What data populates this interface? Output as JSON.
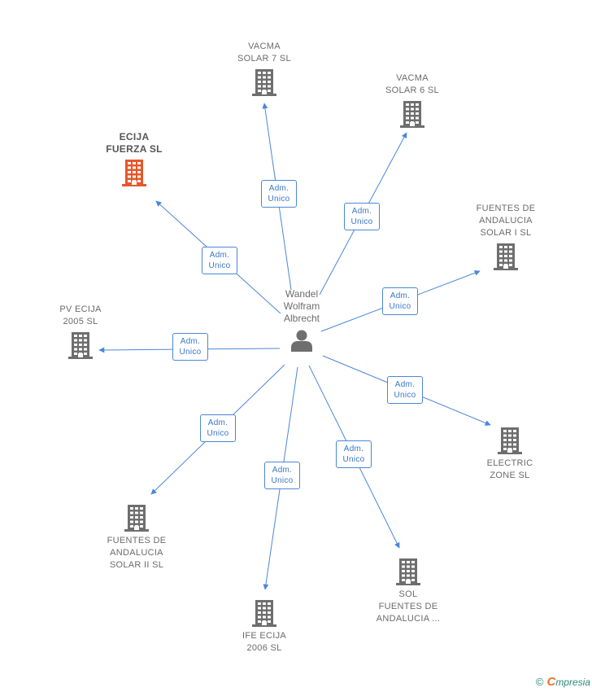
{
  "center": {
    "name_lines": [
      "Wandel",
      "Wolfram",
      "Albrecht"
    ],
    "icon": "person-icon"
  },
  "relationship": {
    "line1": "Adm.",
    "line2": "Unico"
  },
  "companies": [
    {
      "id": "vacma7",
      "lines": [
        "VACMA",
        "SOLAR 7 SL"
      ],
      "highlighted": false
    },
    {
      "id": "vacma6",
      "lines": [
        "VACMA",
        "SOLAR 6 SL"
      ],
      "highlighted": false
    },
    {
      "id": "ecija",
      "lines": [
        "ECIJA",
        "FUERZA SL"
      ],
      "highlighted": true
    },
    {
      "id": "fuentes1",
      "lines": [
        "FUENTES DE",
        "ANDALUCIA",
        "SOLAR I SL"
      ],
      "highlighted": false
    },
    {
      "id": "pvecija",
      "lines": [
        "PV ECIJA",
        "2005 SL"
      ],
      "highlighted": false
    },
    {
      "id": "electric",
      "lines": [
        "ELECTRIC",
        "ZONE SL"
      ],
      "highlighted": false
    },
    {
      "id": "fuentes2",
      "lines": [
        "FUENTES DE",
        "ANDALUCIA",
        "SOLAR II SL"
      ],
      "highlighted": false
    },
    {
      "id": "sol",
      "lines": [
        "SOL",
        "FUENTES DE",
        "ANDALUCIA ..."
      ],
      "highlighted": false
    },
    {
      "id": "ifeecija",
      "lines": [
        "IFE ECIJA",
        "2006 SL"
      ],
      "highlighted": false
    }
  ],
  "colors": {
    "edge": "#4a87d8",
    "building": "#6e6e6e",
    "building_highlight": "#e8562a",
    "person": "#6e6e6e"
  },
  "footer": {
    "copyright": "©",
    "brand_initial": "C",
    "brand_rest": "mpresia"
  }
}
